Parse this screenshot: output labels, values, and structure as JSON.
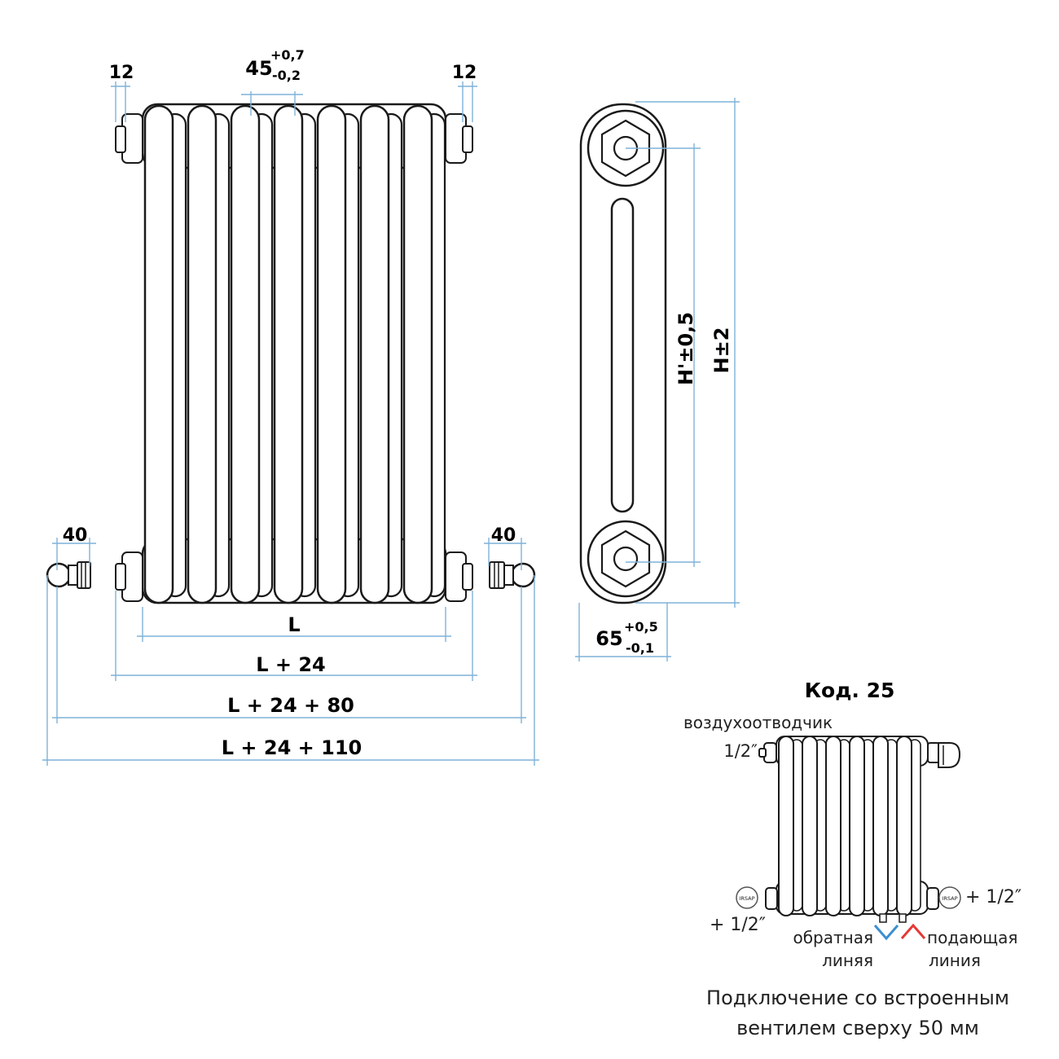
{
  "front_view": {
    "top_left_dim": "12",
    "top_right_dim": "12",
    "pitch_dim": "45",
    "pitch_tol_plus": "+0,7",
    "pitch_tol_minus": "-0,2",
    "bottom_left_dim": "40",
    "bottom_right_dim": "40",
    "width_dims": [
      "L",
      "L + 24",
      "L + 24 + 80",
      "L + 24 + 110"
    ]
  },
  "side_view": {
    "h_axis_dim": "H'±0,5",
    "h_total_dim": "H±2",
    "depth_dim": "65",
    "depth_tol_plus": "+0,5",
    "depth_tol_minus": "-0,1"
  },
  "connection": {
    "code_title": "Код. 25",
    "air_vent_label": "воздухоотводчик",
    "air_vent_size": "1/2″",
    "plug_left_label": "+ 1/2″",
    "plug_right_label": "+ 1/2″",
    "plug_brand": "IRSAP",
    "return_line_1": "обратная",
    "return_line_2": "линяя",
    "supply_line_1": "подающая",
    "supply_line_2": "линия",
    "return_color": "#3a8fd0",
    "supply_color": "#e53935",
    "caption_1": "Подключение со встроенным",
    "caption_2": "вентилем сверху 50 мм"
  },
  "colors": {
    "outline": "#1a1a1a",
    "dimension_line": "#7fb2d9"
  }
}
